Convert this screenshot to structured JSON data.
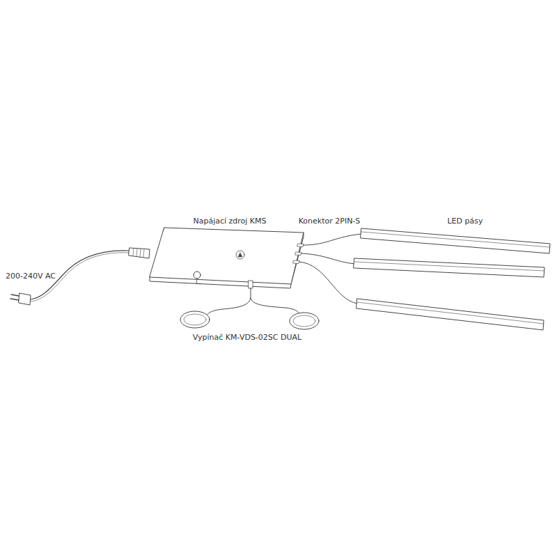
{
  "diagram": {
    "labels": [
      "Napájací zdroj KMS",
      "Konektor 2PIN-S",
      "LED pásy",
      "200-240V AC",
      "Vypínač KM-VDS-02SC DUAL"
    ]
  }
}
